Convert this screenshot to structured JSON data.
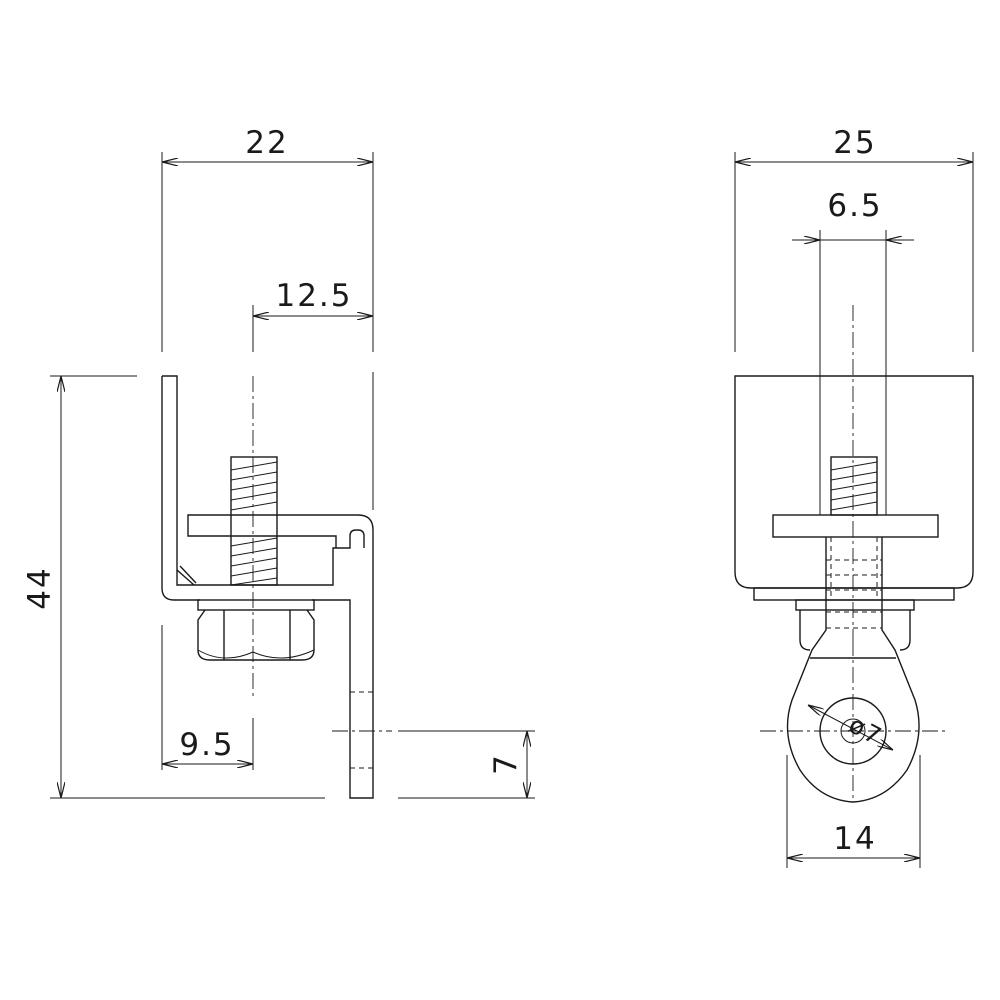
{
  "side_view": {
    "dim_width": "22",
    "dim_bolt_offset": "12.5",
    "dim_bottom": "9.5",
    "dim_height": "44",
    "dim_lower": "7"
  },
  "front_view": {
    "dim_width": "25",
    "dim_slot": "6.5",
    "dim_hole": "ø7",
    "dim_ring": "14"
  }
}
